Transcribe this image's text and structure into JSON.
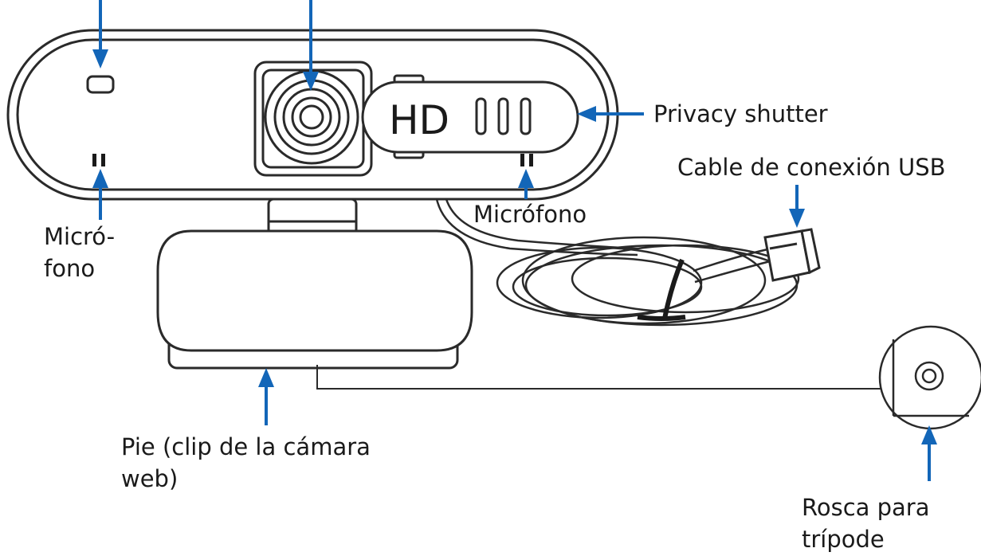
{
  "device_text": "HD",
  "labels": {
    "privacy_shutter": "Privacy shutter",
    "usb_cable": "Cable de conexión USB",
    "mic_right": "Micrófono",
    "mic_left": [
      "Micró-",
      "fono"
    ],
    "clip": [
      "Pie (clip de la cámara",
      "web)"
    ],
    "tripod": [
      "Rosca para",
      "trípode"
    ]
  },
  "colors": {
    "arrow": "#1366b8",
    "outline": "#2a2a2a",
    "text": "#1a1a1a",
    "background": "#ffffff"
  }
}
